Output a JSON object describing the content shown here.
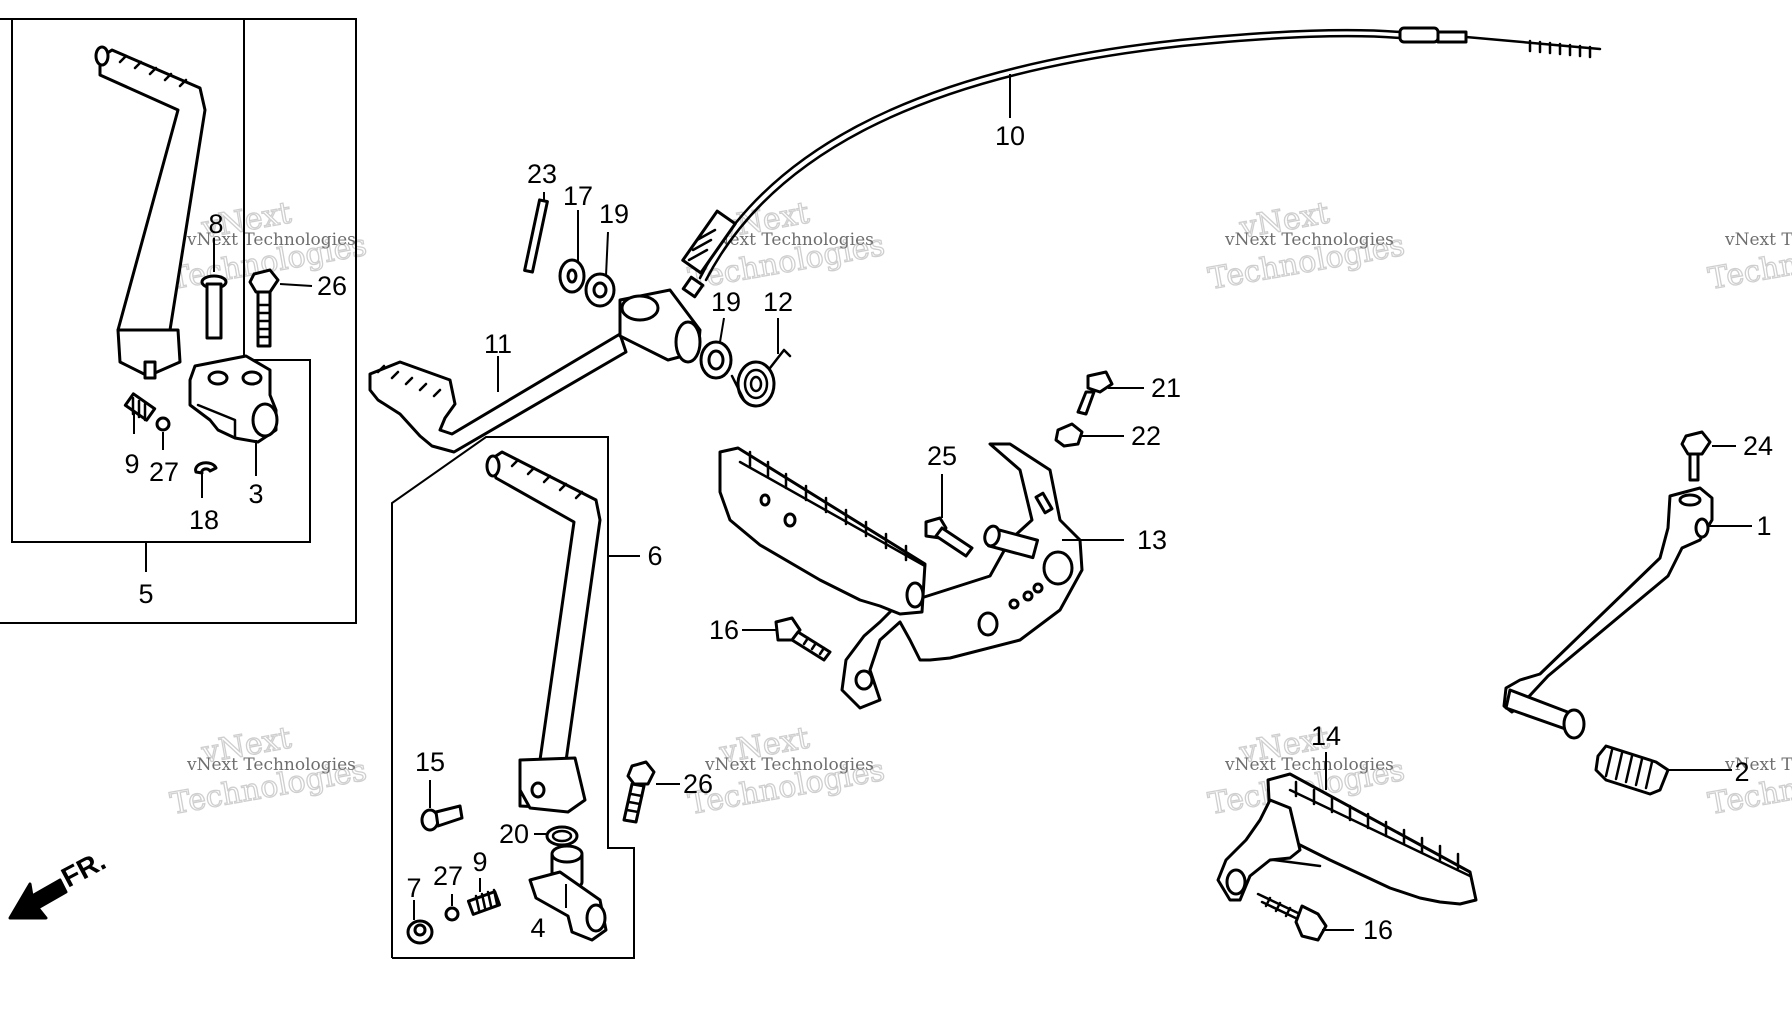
{
  "diagram": {
    "direction_label": "FR.",
    "watermark": {
      "line_top": "vNext",
      "line_mid": "vNext Technologies",
      "line_big": "Technologies"
    },
    "callouts": [
      {
        "id": "c1",
        "label": "1"
      },
      {
        "id": "c2",
        "label": "2"
      },
      {
        "id": "c3",
        "label": "3"
      },
      {
        "id": "c4",
        "label": "4"
      },
      {
        "id": "c5",
        "label": "5"
      },
      {
        "id": "c6",
        "label": "6"
      },
      {
        "id": "c7",
        "label": "7"
      },
      {
        "id": "c8",
        "label": "8"
      },
      {
        "id": "c9a",
        "label": "9"
      },
      {
        "id": "c9b",
        "label": "9"
      },
      {
        "id": "c10",
        "label": "10"
      },
      {
        "id": "c11",
        "label": "11"
      },
      {
        "id": "c12",
        "label": "12"
      },
      {
        "id": "c13",
        "label": "13"
      },
      {
        "id": "c14",
        "label": "14"
      },
      {
        "id": "c15",
        "label": "15"
      },
      {
        "id": "c16a",
        "label": "16"
      },
      {
        "id": "c16b",
        "label": "16"
      },
      {
        "id": "c17",
        "label": "17"
      },
      {
        "id": "c18",
        "label": "18"
      },
      {
        "id": "c19a",
        "label": "19"
      },
      {
        "id": "c19b",
        "label": "19"
      },
      {
        "id": "c20",
        "label": "20"
      },
      {
        "id": "c21",
        "label": "21"
      },
      {
        "id": "c22",
        "label": "22"
      },
      {
        "id": "c23",
        "label": "23"
      },
      {
        "id": "c24",
        "label": "24"
      },
      {
        "id": "c25",
        "label": "25"
      },
      {
        "id": "c26a",
        "label": "26"
      },
      {
        "id": "c26b",
        "label": "26"
      },
      {
        "id": "c27a",
        "label": "27"
      },
      {
        "id": "c27b",
        "label": "27"
      }
    ]
  }
}
